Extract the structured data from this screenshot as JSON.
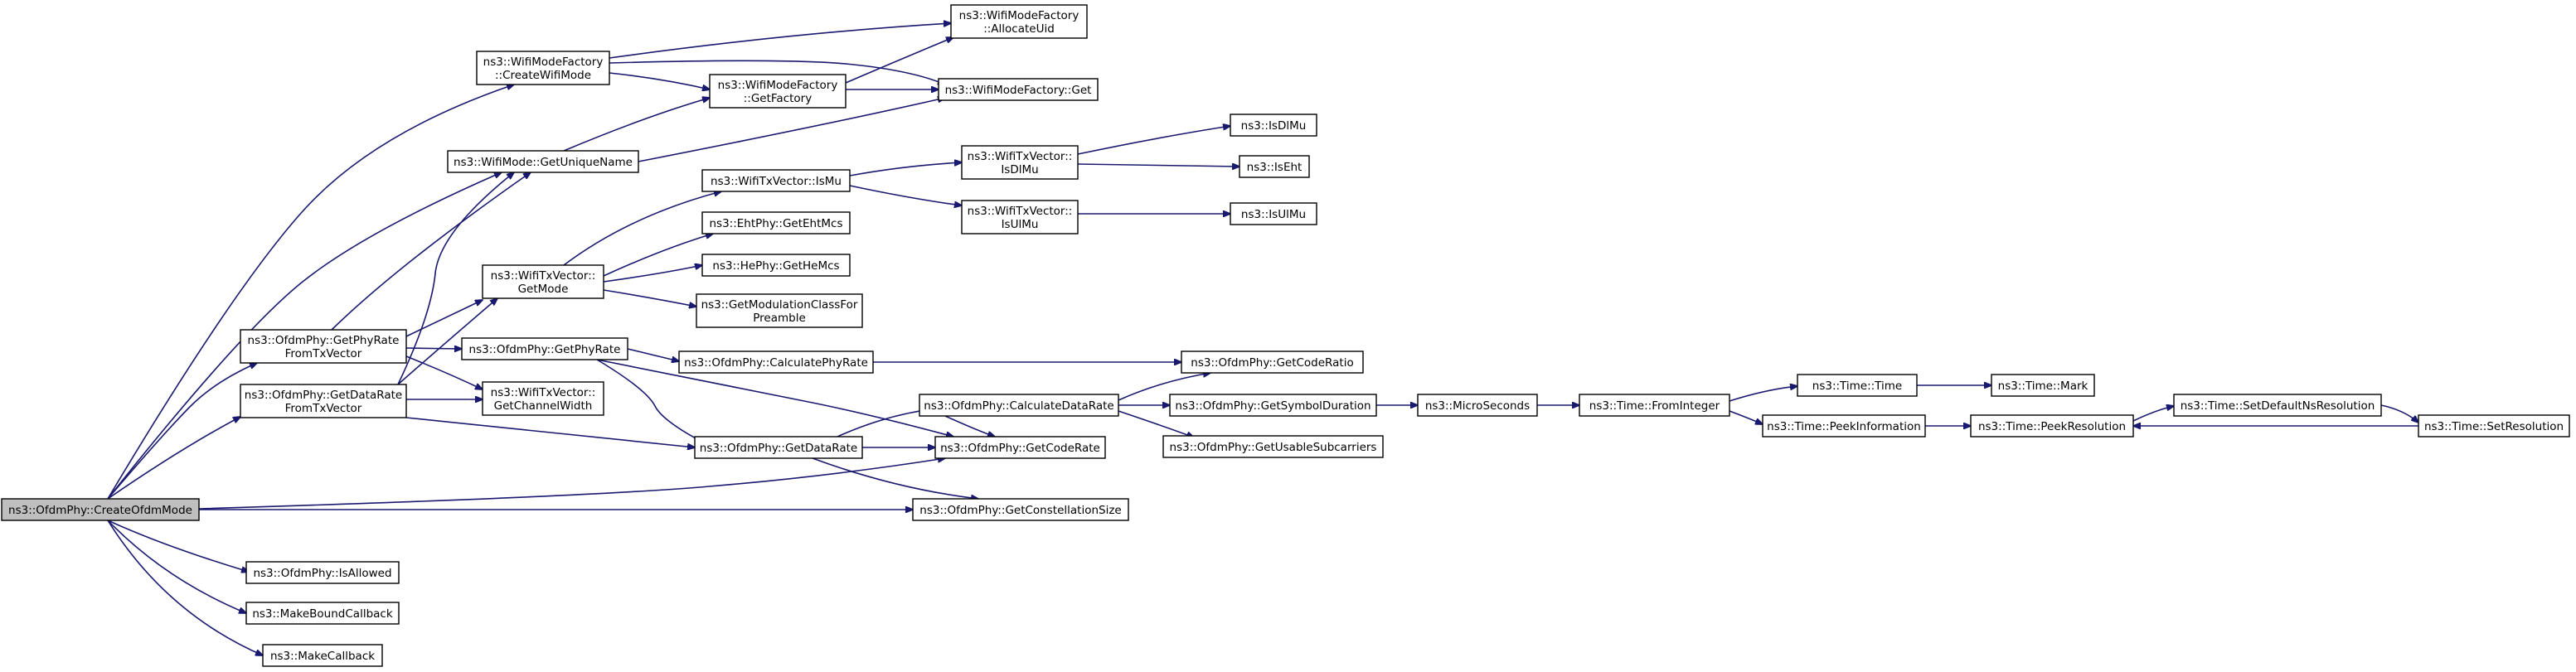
{
  "graph": {
    "edge_color": "#191970",
    "root_fill": "#bfbfbf",
    "nodes": [
      {
        "id": "CreateOfdmMode",
        "lines": [
          "ns3::OfdmPhy::CreateOfdmMode"
        ],
        "root": true
      },
      {
        "id": "CreateWifiMode",
        "lines": [
          "ns3::WifiModeFactory",
          "::CreateWifiMode"
        ]
      },
      {
        "id": "AllocateUid",
        "lines": [
          "ns3::WifiModeFactory",
          "::AllocateUid"
        ]
      },
      {
        "id": "GetFactory",
        "lines": [
          "ns3::WifiModeFactory",
          "::GetFactory"
        ]
      },
      {
        "id": "WMFGet",
        "lines": [
          "ns3::WifiModeFactory::Get"
        ]
      },
      {
        "id": "GetUniqueName",
        "lines": [
          "ns3::WifiMode::GetUniqueName"
        ]
      },
      {
        "id": "IsMu",
        "lines": [
          "ns3::WifiTxVector::IsMu"
        ]
      },
      {
        "id": "EhtGetEhtMcs",
        "lines": [
          "ns3::EhtPhy::GetEhtMcs"
        ]
      },
      {
        "id": "HeGetHeMcs",
        "lines": [
          "ns3::HePhy::GetHeMcs"
        ]
      },
      {
        "id": "GetModClass",
        "lines": [
          "ns3::GetModulationClassFor",
          "Preamble"
        ]
      },
      {
        "id": "TxGetMode",
        "lines": [
          "ns3::WifiTxVector::",
          "GetMode"
        ]
      },
      {
        "id": "IsDlMuV",
        "lines": [
          "ns3::WifiTxVector::",
          "IsDlMu"
        ]
      },
      {
        "id": "IsUlMuV",
        "lines": [
          "ns3::WifiTxVector::",
          "IsUlMu"
        ]
      },
      {
        "id": "IsDlMu",
        "lines": [
          "ns3::IsDlMu"
        ]
      },
      {
        "id": "IsEht",
        "lines": [
          "ns3::IsEht"
        ]
      },
      {
        "id": "IsUlMu",
        "lines": [
          "ns3::IsUlMu"
        ]
      },
      {
        "id": "GetPhyRateFTV",
        "lines": [
          "ns3::OfdmPhy::GetPhyRate",
          "FromTxVector"
        ]
      },
      {
        "id": "GetDataRateFTV",
        "lines": [
          "ns3::OfdmPhy::GetDataRate",
          "FromTxVector"
        ]
      },
      {
        "id": "GetPhyRate",
        "lines": [
          "ns3::OfdmPhy::GetPhyRate"
        ]
      },
      {
        "id": "GetChannelWidth",
        "lines": [
          "ns3::WifiTxVector::",
          "GetChannelWidth"
        ]
      },
      {
        "id": "CalcPhyRate",
        "lines": [
          "ns3::OfdmPhy::CalculatePhyRate"
        ]
      },
      {
        "id": "GetCodeRatio",
        "lines": [
          "ns3::OfdmPhy::GetCodeRatio"
        ]
      },
      {
        "id": "CalcDataRate",
        "lines": [
          "ns3::OfdmPhy::CalculateDataRate"
        ]
      },
      {
        "id": "GetSymbolDuration",
        "lines": [
          "ns3::OfdmPhy::GetSymbolDuration"
        ]
      },
      {
        "id": "GetUsableSubcarriers",
        "lines": [
          "ns3::OfdmPhy::GetUsableSubcarriers"
        ]
      },
      {
        "id": "GetDataRate",
        "lines": [
          "ns3::OfdmPhy::GetDataRate"
        ]
      },
      {
        "id": "GetCodeRate",
        "lines": [
          "ns3::OfdmPhy::GetCodeRate"
        ]
      },
      {
        "id": "GetConstellationSize",
        "lines": [
          "ns3::OfdmPhy::GetConstellationSize"
        ]
      },
      {
        "id": "MicroSeconds",
        "lines": [
          "ns3::MicroSeconds"
        ]
      },
      {
        "id": "FromInteger",
        "lines": [
          "ns3::Time::FromInteger"
        ]
      },
      {
        "id": "TimeTime",
        "lines": [
          "ns3::Time::Time"
        ]
      },
      {
        "id": "TimeMark",
        "lines": [
          "ns3::Time::Mark"
        ]
      },
      {
        "id": "PeekInformation",
        "lines": [
          "ns3::Time::PeekInformation"
        ]
      },
      {
        "id": "PeekResolution",
        "lines": [
          "ns3::Time::PeekResolution"
        ]
      },
      {
        "id": "SetDefaultNsResolution",
        "lines": [
          "ns3::Time::SetDefaultNsResolution"
        ]
      },
      {
        "id": "SetResolution",
        "lines": [
          "ns3::Time::SetResolution"
        ]
      },
      {
        "id": "IsAllowed",
        "lines": [
          "ns3::OfdmPhy::IsAllowed"
        ]
      },
      {
        "id": "MakeBoundCallback",
        "lines": [
          "ns3::MakeBoundCallback"
        ]
      },
      {
        "id": "MakeCallback",
        "lines": [
          "ns3::MakeCallback"
        ]
      }
    ]
  }
}
